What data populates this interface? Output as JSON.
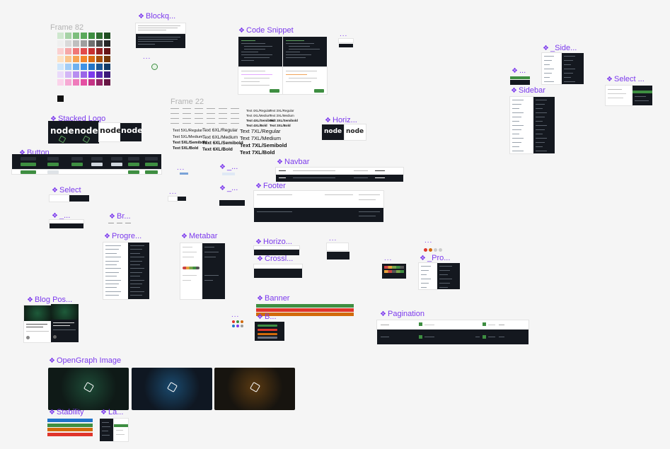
{
  "frames": {
    "frame82": "Frame 82",
    "blockquote": "Blockq...",
    "code_snippet": "Code Snippet",
    "frame22": "Frame 22",
    "stacked_logo": "Stacked Logo",
    "horizontal_logo": "Horiz...",
    "button": "Button",
    "navbar": "Navbar",
    "footer": "Footer",
    "select_small": "Select",
    "underscore_comp": "_...",
    "breadcrumbs": "Br...",
    "progress": "Progre...",
    "metabar": "Metabar",
    "horizontal_nav": "Horizo...",
    "crosslink": "Crossl...",
    "banner": "Banner",
    "badge": "B...",
    "pagination": "Pagination",
    "blog_post": "Blog Pos...",
    "opengraph": "OpenGraph Image",
    "stability": "Stability",
    "language": "La...",
    "sidebar_item": "_Side...",
    "sidebar": "Sidebar",
    "select_right": "Select ...",
    "profile": "_Pro...",
    "small_dots": "...",
    "nav_underscore": "_...",
    "nav_dots": "..."
  },
  "typography": {
    "col1": [
      "Text 5XL/Regular",
      "Text 5XL/Medium",
      "Text 5XL/Semibold",
      "Text 5XL/Bold"
    ],
    "col2": [
      "Text 6XL/Regular",
      "Text 6XL/Medium",
      "Text 6XL/Semibold",
      "Text 6XL/Bold"
    ],
    "col3": [
      "Text 7XL/Regular",
      "Text 7XL/Medium",
      "Text 7XL/Semibold",
      "Text 7XL/Bold"
    ],
    "small_col3": [
      "Text 4XL/Regular",
      "Text 4XL/Medium",
      "Text 4XL/Semibold",
      "Text 4XL/Bold"
    ],
    "small_col4": [
      "Text 3XL/Regular",
      "Text 3XL/Medium",
      "Text 3XL/Semibold",
      "Text 3XL/Bold"
    ]
  },
  "logo": {
    "word": "node"
  },
  "colors": {
    "accent": "#7c3aed",
    "brand_green": "#3e8e41",
    "dark_bg": "#14181f",
    "palette_rows": [
      [
        "#cfe8cf",
        "#a6d3a6",
        "#7dbe7d",
        "#5aa95a",
        "#3e8e41",
        "#2f6e31",
        "#1f4d21"
      ],
      [
        "#efefef",
        "#d9d9d9",
        "#bfbfbf",
        "#9e9e9e",
        "#707070",
        "#4a4a4a",
        "#262626"
      ],
      [
        "#fbd0d0",
        "#f6a7a7",
        "#ef7777",
        "#e24a4a",
        "#c73030",
        "#962222",
        "#661515"
      ],
      [
        "#fde2c4",
        "#fbc58c",
        "#f8a454",
        "#f2852b",
        "#d96b12",
        "#a6500c",
        "#733707"
      ],
      [
        "#cfe6fb",
        "#a2cdf6",
        "#6fb0ef",
        "#3f92e6",
        "#2374c6",
        "#1a5796",
        "#113a66"
      ],
      [
        "#eadafb",
        "#d3b6f6",
        "#b78ef0",
        "#9a66e8",
        "#7c3aed",
        "#5b28b3",
        "#3c1878"
      ],
      [
        "#fbd3ea",
        "#f6a9d4",
        "#ef7bbb",
        "#e44fa2",
        "#c43385",
        "#952464",
        "#661643"
      ]
    ]
  },
  "banner_colors": [
    "#3e8e41",
    "#e0352b",
    "#d26a0b"
  ],
  "stability_colors": [
    "#1f73c9",
    "#3e8e41",
    "#d26a0b",
    "#e0352b"
  ]
}
